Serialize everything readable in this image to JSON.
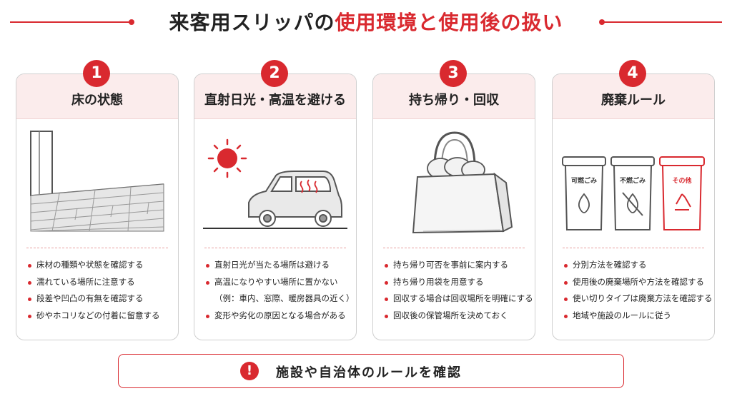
{
  "header": {
    "title_part1": "来客用スリッパの",
    "title_part2": "使用環境と使用後の扱い"
  },
  "cards": [
    {
      "number": "1",
      "title": "床の状態",
      "icon": "flooring-illustration",
      "bullets": [
        "床材の種類や状態を確認する",
        "濡れている場所に注意する",
        "段差や凹凸の有無を確認する",
        "砂やホコリなどの付着に留意する"
      ]
    },
    {
      "number": "2",
      "title": "直射日光・高温を避ける",
      "icon": "sun-and-hot-car-illustration",
      "bullets": [
        "直射日光が当たる場所は避ける",
        "高温になりやすい場所に置かない",
        "（例：車内、窓際、暖房器具の近く）",
        "変形や劣化の原因となる場合がある"
      ]
    },
    {
      "number": "3",
      "title": "持ち帰り・回収",
      "icon": "tote-bag-illustration",
      "bullets": [
        "持ち帰り可否を事前に案内する",
        "持ち帰り用袋を用意する",
        "回収する場合は回収場所を明確にする",
        "回収後の保管場所を決めておく"
      ]
    },
    {
      "number": "4",
      "title": "廃棄ルール",
      "icon": "trash-bins-illustration",
      "bins": [
        "可燃ごみ",
        "不燃ごみ",
        "その他"
      ],
      "bullets": [
        "分別方法を確認する",
        "使用後の廃棄場所や方法を確認する",
        "使い切りタイプは廃棄方法を確認する",
        "地域や施設のルールに従う"
      ]
    }
  ],
  "footer": {
    "icon": "exclamation-icon",
    "icon_glyph": "!",
    "text": "施設や自治体のルールを確認"
  },
  "colors": {
    "accent": "#d9292f",
    "card_header_bg": "#fbecec",
    "text": "#222222"
  }
}
